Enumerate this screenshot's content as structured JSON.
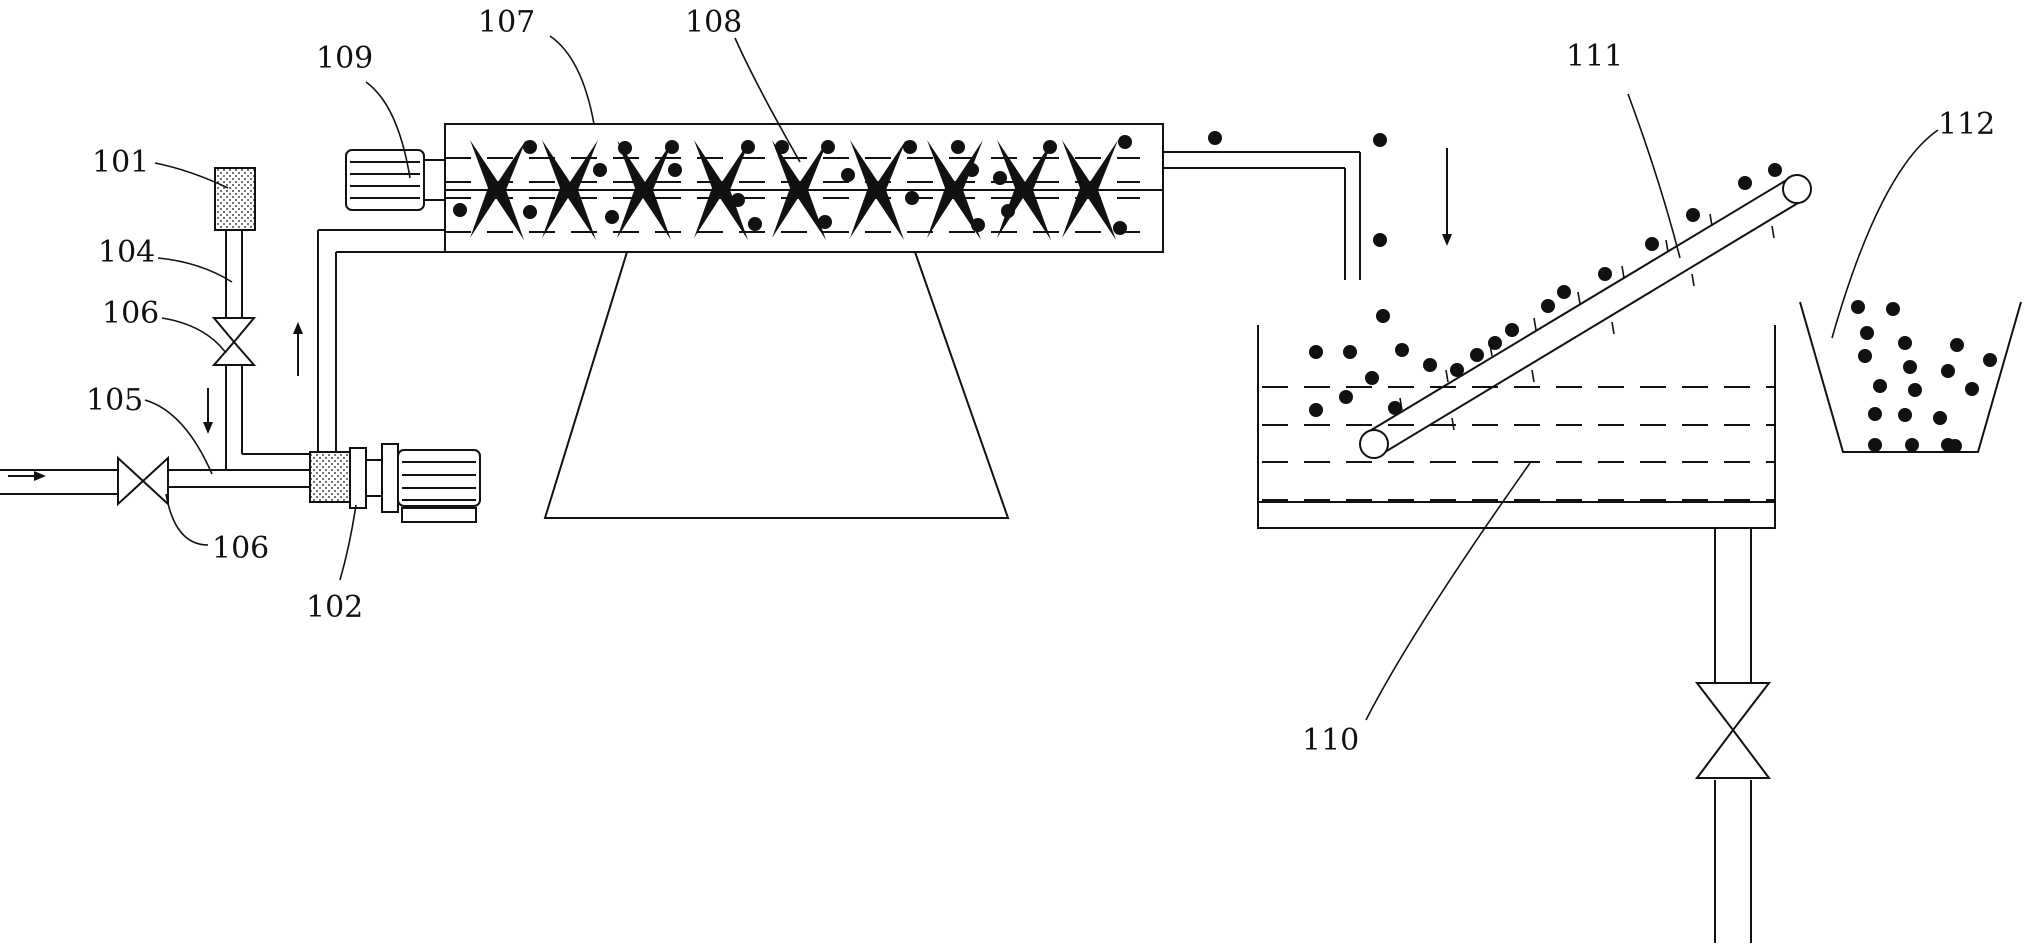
{
  "labels": {
    "l101": "101",
    "l102": "102",
    "l104": "104",
    "l105": "105",
    "l106a": "106",
    "l106b": "106",
    "l107": "107",
    "l108": "108",
    "l109": "109",
    "l110": "110",
    "l111": "111",
    "l112": "112"
  }
}
